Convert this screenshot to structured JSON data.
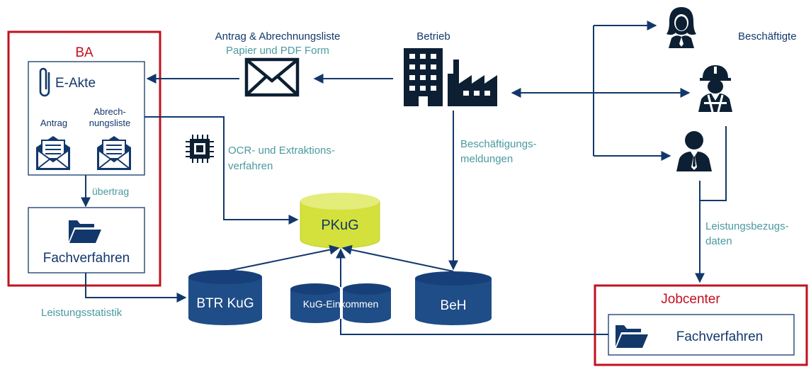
{
  "ba": {
    "title": "BA",
    "eakte_label": "E-Akte",
    "antrag_label": "Antrag",
    "abrechnungsliste_line1": "Abrech-",
    "abrechnungsliste_line2": "nungsliste",
    "uebertrag_label": "übertrag",
    "fachverfahren_label": "Fachverfahren"
  },
  "jobcenter": {
    "title": "Jobcenter",
    "fachverfahren_label": "Fachverfahren"
  },
  "envelope": {
    "line1": "Antrag & Abrechnungsliste",
    "line2": "Papier und PDF Form"
  },
  "betrieb_label": "Betrieb",
  "beschaeftigte_label": "Beschäftigte",
  "ocr": {
    "line1": "OCR- und Extraktions-",
    "line2": "verfahren"
  },
  "beschaeftigungsmeldungen": {
    "line1": "Beschäftigungs-",
    "line2": "meldungen"
  },
  "leistungsbezugsdaten": {
    "line1": "Leistungsbezugs-",
    "line2": "daten"
  },
  "leistungsstatistik_label": "Leistungsstatistik",
  "databases": {
    "pkug": "PKuG",
    "btr_kug": "BTR KuG",
    "kug_einkommen": "KuG-Einkommen",
    "beh": "BeH"
  },
  "colors": {
    "navy": "#12386b",
    "teal": "#4a9aa0",
    "red": "#c0111f",
    "pkug_fill": "#d4e03b",
    "pkug_top": "#e4ec7a"
  },
  "icons": [
    "paperclip-icon",
    "open-envelope-icon",
    "folder-icon",
    "envelope-icon",
    "office-building-icon",
    "factory-icon",
    "chip-icon",
    "woman-employee-icon",
    "construction-worker-icon",
    "businessman-icon"
  ]
}
